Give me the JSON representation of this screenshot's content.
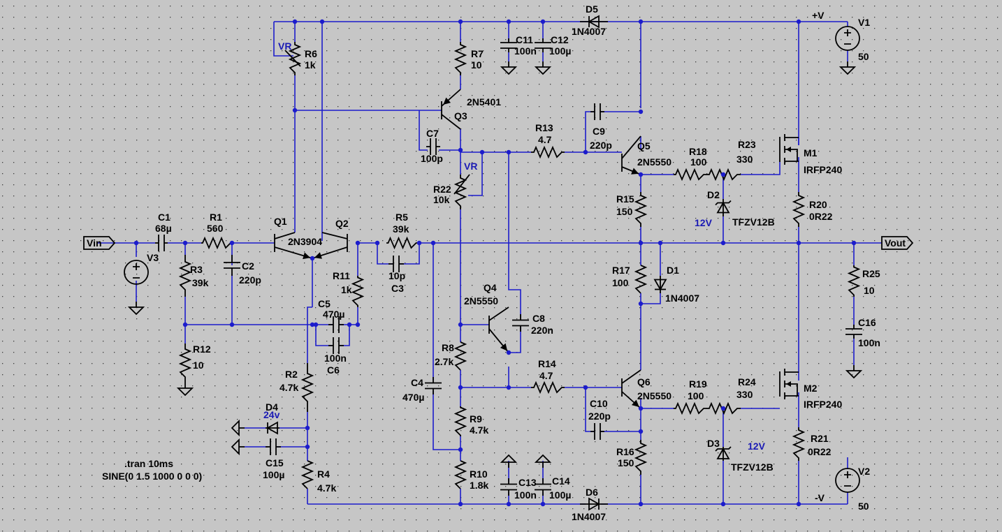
{
  "net_labels": {
    "vin": "Vin",
    "vout": "Vout",
    "vplus": "+V",
    "vminus": "-V",
    "vr1": "VR",
    "vr2": "VR",
    "z1": "12V",
    "z2": "12V",
    "d4v": "24v"
  },
  "directive": {
    "tran": ".tran 10ms",
    "source": "SINE(0 1.5 1000 0 0 0)"
  },
  "components": {
    "V1": {
      "ref": "V1",
      "value": "50"
    },
    "V2": {
      "ref": "V2",
      "value": "50"
    },
    "V3": {
      "ref": "V3",
      "value": ""
    },
    "C1": {
      "ref": "C1",
      "value": "68µ"
    },
    "C2": {
      "ref": "C2",
      "value": "220p"
    },
    "C3": {
      "ref": "C3",
      "value": "10p"
    },
    "C4": {
      "ref": "C4",
      "value": "470µ"
    },
    "C5": {
      "ref": "C5",
      "value": "470µ"
    },
    "C6": {
      "ref": "C6",
      "value": "100n"
    },
    "C7": {
      "ref": "C7",
      "value": "100p"
    },
    "C8": {
      "ref": "C8",
      "value": "220n"
    },
    "C9": {
      "ref": "C9",
      "value": "220p"
    },
    "C10": {
      "ref": "C10",
      "value": "220p"
    },
    "C11": {
      "ref": "C11",
      "value": "100n"
    },
    "C12": {
      "ref": "C12",
      "value": "100µ"
    },
    "C13": {
      "ref": "C13",
      "value": "100n"
    },
    "C14": {
      "ref": "C14",
      "value": "100µ"
    },
    "C15": {
      "ref": "C15",
      "value": "100µ"
    },
    "C16": {
      "ref": "C16",
      "value": "100n"
    },
    "R1": {
      "ref": "R1",
      "value": "560"
    },
    "R2": {
      "ref": "R2",
      "value": "4.7k"
    },
    "R3": {
      "ref": "R3",
      "value": "39k"
    },
    "R4": {
      "ref": "R4",
      "value": "4.7k"
    },
    "R5": {
      "ref": "R5",
      "value": "39k"
    },
    "R6": {
      "ref": "R6",
      "value": "1k"
    },
    "R7": {
      "ref": "R7",
      "value": "10"
    },
    "R8": {
      "ref": "R8",
      "value": "2.7k"
    },
    "R9": {
      "ref": "R9",
      "value": "4.7k"
    },
    "R10": {
      "ref": "R10",
      "value": "1.8k"
    },
    "R11": {
      "ref": "R11",
      "value": "1k"
    },
    "R12": {
      "ref": "R12",
      "value": "10"
    },
    "R13": {
      "ref": "R13",
      "value": "4.7"
    },
    "R14": {
      "ref": "R14",
      "value": "4.7"
    },
    "R15": {
      "ref": "R15",
      "value": "150"
    },
    "R16": {
      "ref": "R16",
      "value": "150"
    },
    "R17": {
      "ref": "R17",
      "value": "100"
    },
    "R18": {
      "ref": "R18",
      "value": "100"
    },
    "R19": {
      "ref": "R19",
      "value": "100"
    },
    "R20": {
      "ref": "R20",
      "value": "0R22"
    },
    "R21": {
      "ref": "R21",
      "value": "0R22"
    },
    "R22": {
      "ref": "R22",
      "value": "10k"
    },
    "R23": {
      "ref": "R23",
      "value": "330"
    },
    "R24": {
      "ref": "R24",
      "value": "330"
    },
    "R25": {
      "ref": "R25",
      "value": "10"
    },
    "Q1": {
      "ref": "Q1",
      "value": "2N3904"
    },
    "Q2": {
      "ref": "Q2",
      "value": ""
    },
    "Q3": {
      "ref": "Q3",
      "value": "2N5401"
    },
    "Q4": {
      "ref": "Q4",
      "value": "2N5550"
    },
    "Q5": {
      "ref": "Q5",
      "value": "2N5550"
    },
    "Q6": {
      "ref": "Q6",
      "value": "2N5550"
    },
    "M1": {
      "ref": "M1",
      "value": "IRFP240"
    },
    "M2": {
      "ref": "M2",
      "value": "IRFP240"
    },
    "D1": {
      "ref": "D1",
      "value": "1N4007"
    },
    "D2": {
      "ref": "D2",
      "value": "TFZV12B"
    },
    "D3": {
      "ref": "D3",
      "value": "TFZV12B"
    },
    "D4": {
      "ref": "D4",
      "value": ""
    },
    "D5": {
      "ref": "D5",
      "value": "1N4007"
    },
    "D6": {
      "ref": "D6",
      "value": "1N4007"
    }
  }
}
